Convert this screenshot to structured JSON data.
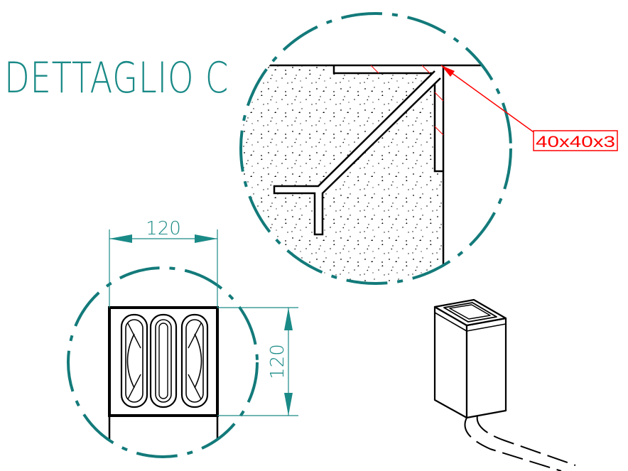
{
  "detail_title": "DETTAGLIO C",
  "angle_label": "40x40x3",
  "dim_width_label": "120",
  "dim_height_label": "120",
  "colors": {
    "detail_circle": "#137a7a",
    "dimension": "#1a8a87",
    "callout": "#ff0000",
    "line": "#000000",
    "background": "#ffffff"
  }
}
